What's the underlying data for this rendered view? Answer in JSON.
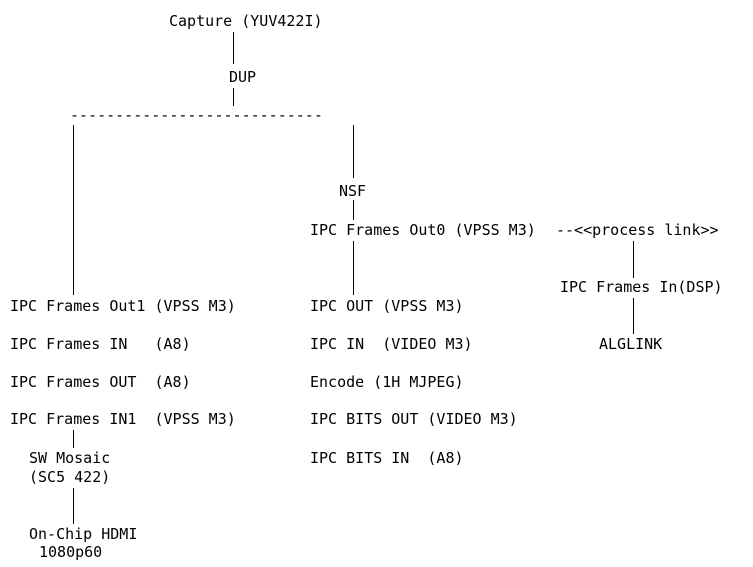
{
  "nodes": {
    "capture": "Capture (YUV422I)",
    "dup": "DUP",
    "dup_bar": "----------------------------",
    "nsf": "NSF",
    "ipc_frames_out0": "IPC Frames Out0 (VPSS M3)",
    "process_link_connector": "--<<process link>>",
    "ipc_frames_in_dsp": "IPC Frames In(DSP)",
    "alglink": "ALGLINK",
    "ipc_out_vpss": "IPC OUT (VPSS M3)",
    "ipc_in_video": "IPC IN  (VIDEO M3)",
    "encode": "Encode (1H MJPEG)",
    "ipc_bits_out": "IPC BITS OUT (VIDEO M3)",
    "ipc_bits_in": "IPC BITS IN  (A8)",
    "ipc_frames_out1": "IPC Frames Out1 (VPSS M3)",
    "ipc_frames_in_a8": "IPC Frames IN   (A8)",
    "ipc_frames_out_a8": "IPC Frames OUT  (A8)",
    "ipc_frames_in1": "IPC Frames IN1  (VPSS M3)",
    "sw_mosaic_line1": "SW Mosaic",
    "sw_mosaic_line2": "(SC5 422)",
    "hdmi_line1": "On-Chip HDMI",
    "hdmi_line2": "1080p60"
  }
}
